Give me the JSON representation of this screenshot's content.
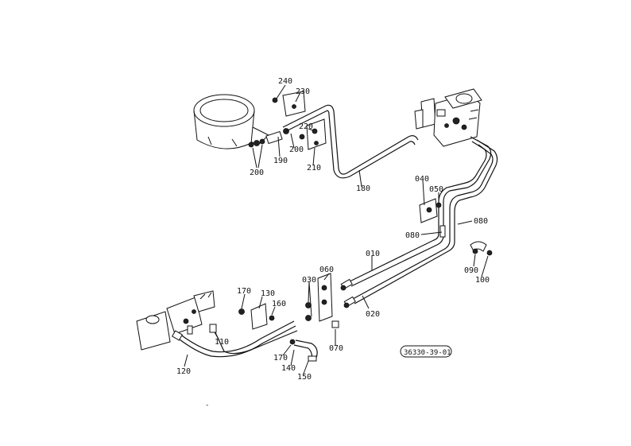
{
  "callouts": [
    "240",
    "230",
    "220",
    "200",
    "190",
    "200",
    "210",
    "180",
    "040",
    "050",
    "080",
    "080",
    "090",
    "100",
    "010",
    "020",
    "060",
    "030",
    "070",
    "170",
    "130",
    "160",
    "110",
    "120",
    "170",
    "140",
    "150"
  ],
  "reference_code": "36330-39-01",
  "footer_mark": "-"
}
